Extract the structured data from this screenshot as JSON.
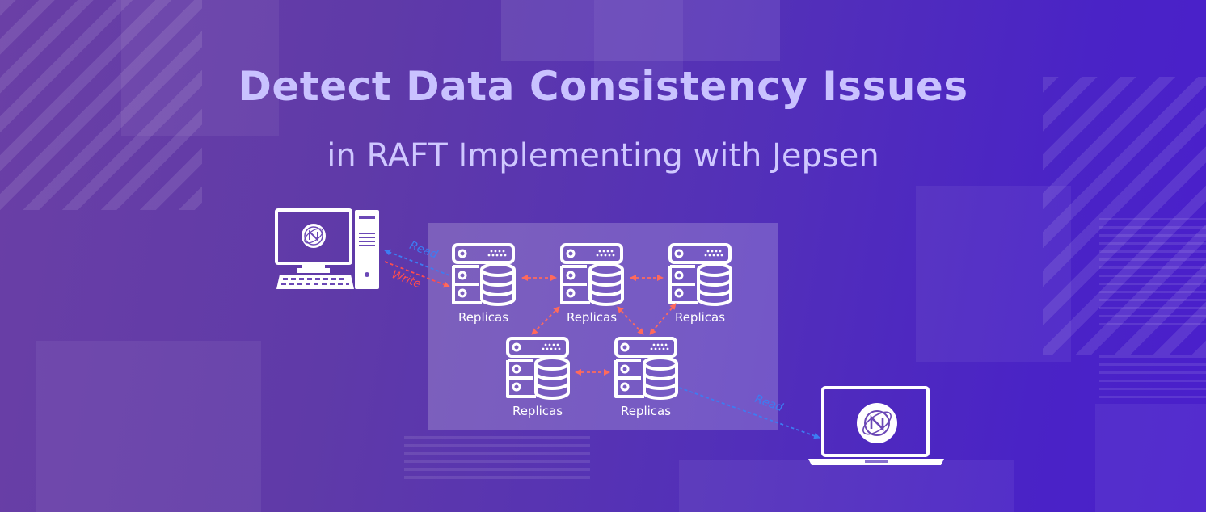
{
  "header": {
    "title": "Detect Data Consistency Issues",
    "subtitle": "in RAFT Implementing with Jepsen"
  },
  "cluster": {
    "replicas": [
      {
        "label": "Replicas"
      },
      {
        "label": "Replicas"
      },
      {
        "label": "Replicas"
      },
      {
        "label": "Replicas"
      },
      {
        "label": "Replicas"
      }
    ]
  },
  "connections": {
    "desktop_read_label": "Read",
    "desktop_write_label": "Write",
    "laptop_read_label": "Read"
  },
  "icons": {
    "desktop": "desktop-computer-icon",
    "laptop": "laptop-icon",
    "server": "server-database-icon",
    "app_logo": "network-logo-icon"
  },
  "colors": {
    "title": "#c9c2ff",
    "read_arrow": "#3d7cf2",
    "write_arrow": "#ff4d4d",
    "replica_link": "#ff6a5c"
  }
}
